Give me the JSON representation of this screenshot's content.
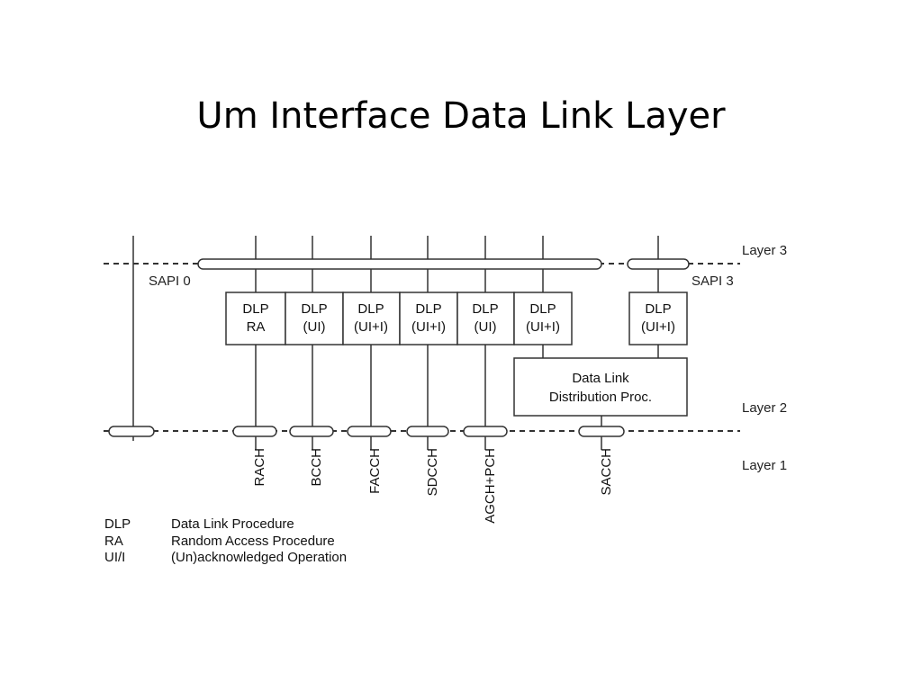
{
  "title": "Um Interface Data Link Layer",
  "layers": {
    "layer3": "Layer 3",
    "layer2": "Layer 2",
    "layer1": "Layer 1"
  },
  "sapi": {
    "sapi0": "SAPI 0",
    "sapi3": "SAPI 3"
  },
  "dlp_boxes": [
    {
      "line1": "DLP",
      "line2": "RA"
    },
    {
      "line1": "DLP",
      "line2": "(UI)"
    },
    {
      "line1": "DLP",
      "line2": "(UI+I)"
    },
    {
      "line1": "DLP",
      "line2": "(UI+I)"
    },
    {
      "line1": "DLP",
      "line2": "(UI)"
    },
    {
      "line1": "DLP",
      "line2": "(UI+I)"
    },
    {
      "line1": "DLP",
      "line2": "(UI+I)"
    }
  ],
  "distribution": {
    "line1": "Data Link",
    "line2": "Distribution Proc."
  },
  "channels": [
    "RACH",
    "BCCH",
    "FACCH",
    "SDCCH",
    "AGCH+PCH",
    "SACCH"
  ],
  "legend": [
    {
      "abbr": "DLP",
      "desc": "Data Link Procedure"
    },
    {
      "abbr": "RA",
      "desc": "Random Access Procedure"
    },
    {
      "abbr": "UI/I",
      "desc": "(Un)acknowledged Operation"
    }
  ]
}
